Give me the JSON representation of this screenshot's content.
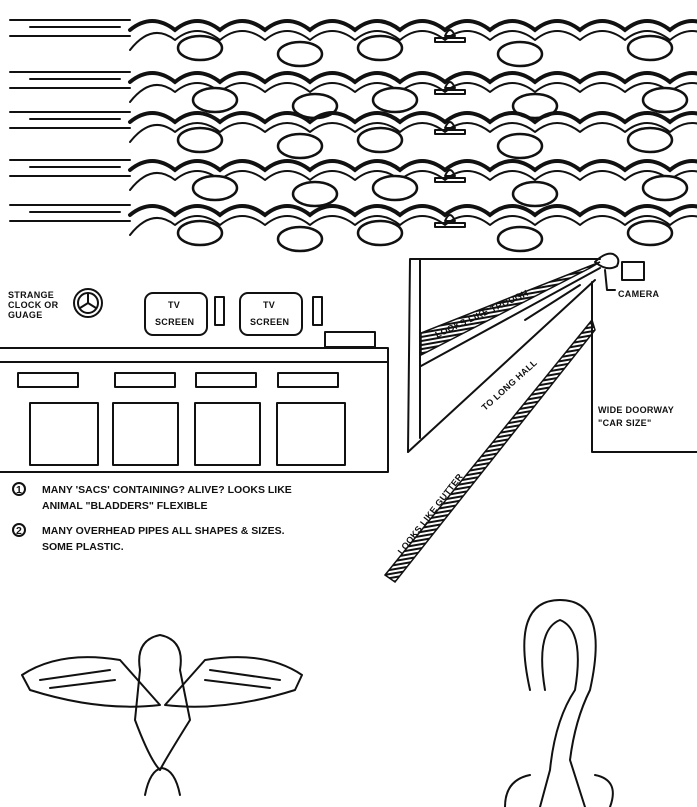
{
  "labels": {
    "clock": [
      "STRANGE",
      "CLOCK OR",
      "GUAGE"
    ],
    "tv1": [
      "TV",
      "SCREEN"
    ],
    "tv2": [
      "TV",
      "SCREEN"
    ],
    "trough": "LOOKS LIKE TROUGH",
    "camera": "CAMERA",
    "hall": "TO LONG HALL",
    "doorway": [
      "WIDE DOORWAY",
      "\"CAR SIZE\""
    ],
    "gutter": "LOOKS LIKE GUTTER"
  },
  "notes": [
    {
      "marker": "1",
      "lines": [
        "MANY 'SACS' CONTAINING? ALIVE? LOOKS LIKE",
        "ANIMAL \"BLADDERS\" FLEXIBLE"
      ]
    },
    {
      "marker": "2",
      "lines": [
        "MANY OVERHEAD PIPES ALL SHAPES & SIZES.",
        "SOME PLASTIC."
      ]
    }
  ],
  "ink_color": "#111111"
}
